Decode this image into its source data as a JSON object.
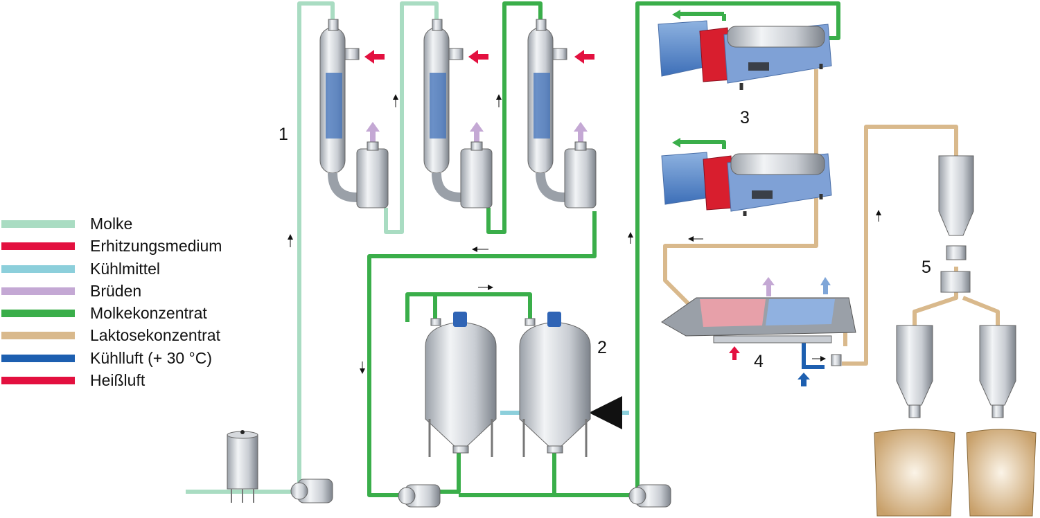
{
  "title": "Laktoseherstellung aus Molke",
  "legend": [
    {
      "label": "Molke",
      "color": "#a9dcc2"
    },
    {
      "label": "Erhitzungsmedium",
      "color": "#e3103f"
    },
    {
      "label": "Kühlmittel",
      "color": "#8ccfdb"
    },
    {
      "label": "Brüden",
      "color": "#c4a8d4"
    },
    {
      "label": "Molkekonzentrat",
      "color": "#3aae4a"
    },
    {
      "label": "Laktosekonzentrat",
      "color": "#d9b98c"
    },
    {
      "label": "Kühlluft (+ 30 °C)",
      "color": "#1d5fb0"
    },
    {
      "label": "Heißluft",
      "color": "#e3103f"
    }
  ],
  "steps": {
    "s1": "1",
    "s2": "2",
    "s3": "3",
    "s4": "4",
    "s5": "5"
  }
}
